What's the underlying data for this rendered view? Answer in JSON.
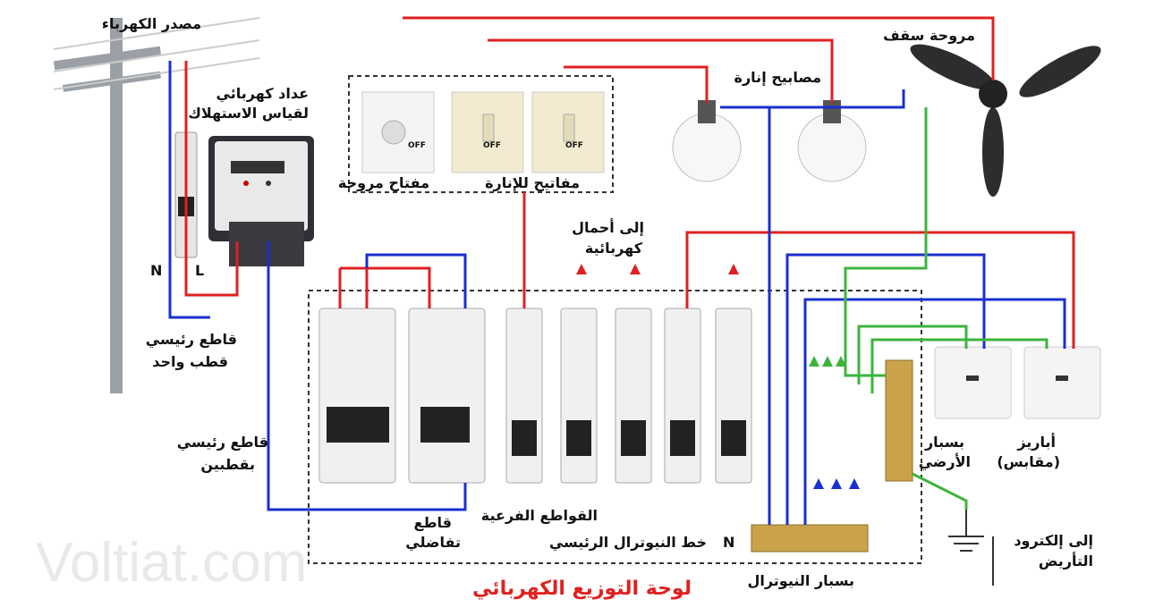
{
  "labels": {
    "power_source": "مصدر الكهرباء",
    "meter_line1": "عداد كهربائي",
    "meter_line2": "لقياس الاستهلاك",
    "main_breaker_1p_line1": "قاطع رئيسي",
    "main_breaker_1p_line2": "قطب واحد",
    "main_breaker_2p_line1": "قاطع رئيسي",
    "main_breaker_2p_line2": "بقطبين",
    "rcd_line1": "قاطع",
    "rcd_line2": "تفاضلي",
    "fan_switch": "مفتاح مروحة",
    "light_switches": "مفاتيح للإنارة",
    "lamps": "مصابيح إنارة",
    "ceiling_fan": "مروحة سقف",
    "loads_line1": "إلى أحمال",
    "loads_line2": "كهربائية",
    "sub_breakers": "القواطع الفرعية",
    "main_neutral": "خط النيوترال الرئيسي",
    "neutral_busbar": "بسبار النيوترال",
    "earth_busbar_line1": "بسبار",
    "earth_busbar_line2": "الأرضي",
    "sockets_line1": "أباريز",
    "sockets_line2": "(مقابس)",
    "earth_electrode_line1": "إلى إلكترود",
    "earth_electrode_line2": "التأريض",
    "panel_title": "لوحة التوزيع الكهربائي",
    "letter_n": "N",
    "letter_l": "L",
    "letter_n2": "N",
    "off1": "OFF",
    "off2": "OFF",
    "off3": "OFF",
    "watermark": "Voltiat.com"
  },
  "colors": {
    "live": "#e02020",
    "neutral": "#1a2fd0",
    "earth": "#3cb43c",
    "panel_title": "#e02020"
  }
}
